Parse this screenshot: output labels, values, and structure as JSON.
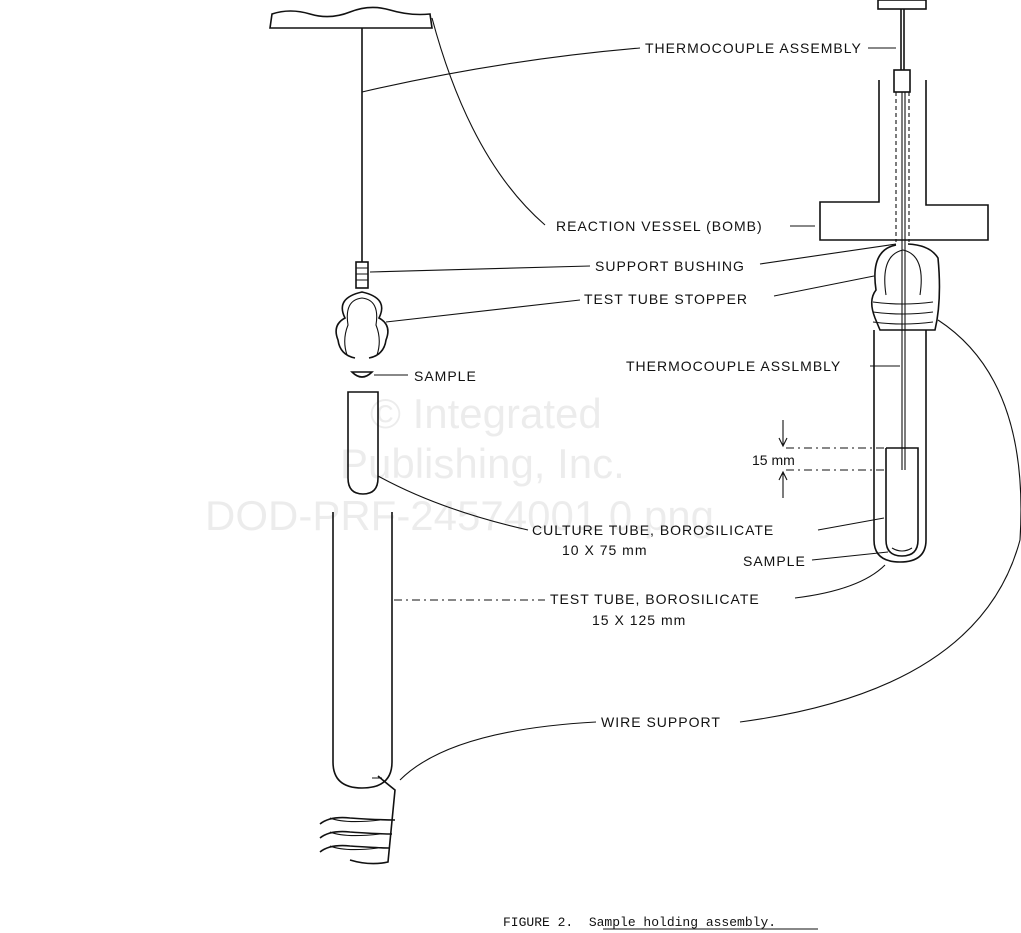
{
  "labels": {
    "thermocouple_top": "THERMOCOUPLE ASSEMBLY",
    "reaction_vessel": "REACTION VESSEL (BOMB)",
    "support_bushing": "SUPPORT BUSHING",
    "test_tube_stopper": "TEST TUBE STOPPER",
    "sample_left": "SAMPLE",
    "thermocouple_inner": "THERMOCOUPLE ASSLMBLY",
    "dimension": "15 mm",
    "culture_tube": "CULTURE TUBE, BOROSILICATE",
    "culture_tube_size": "10 X 75 mm",
    "sample_right": "SAMPLE",
    "test_tube": "TEST TUBE, BOROSILICATE",
    "test_tube_size": "15 X 125 mm",
    "wire_support": "WIRE SUPPORT"
  },
  "caption": "FIGURE 2.  Sample holding assembly.",
  "watermark": [
    "© Integrated",
    "Publishing, Inc.",
    "DOD-PRF-24574001 0.png"
  ]
}
